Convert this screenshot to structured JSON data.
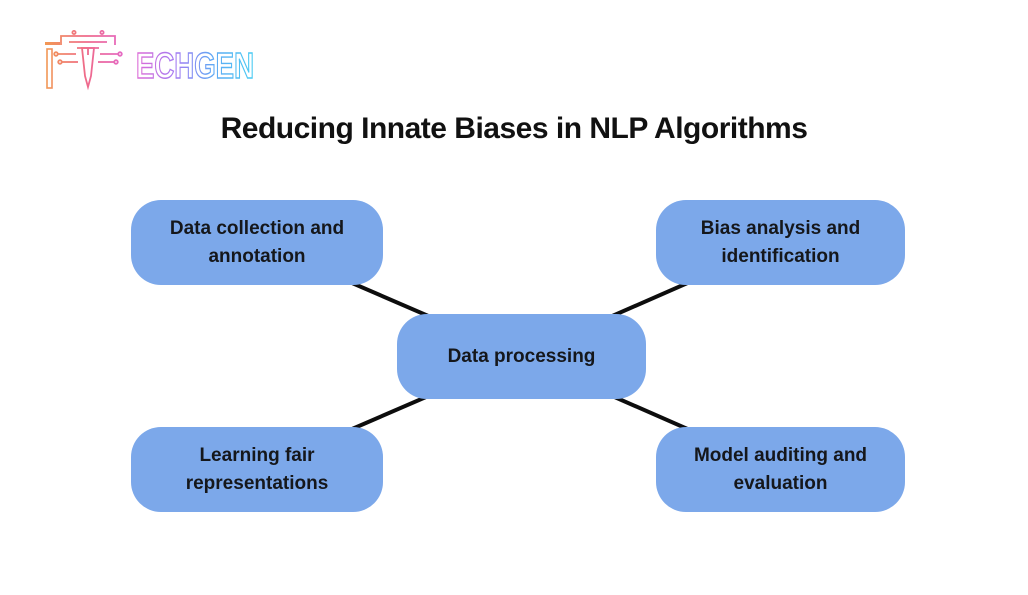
{
  "logo": {
    "text": "ITECHGEN",
    "wordmark_suffix": "ECHGEN",
    "gradient": [
      "#F29A52",
      "#EF6A8B",
      "#E26BD4",
      "#A47BF2",
      "#5FA9F4",
      "#49CEF3"
    ]
  },
  "header": {
    "title": "Reducing Innate Biases in NLP Algorithms",
    "title_color": "#111111"
  },
  "diagram": {
    "background": "#FFFFFF",
    "center_label": "Data processing",
    "nodes": [
      {
        "label": "Data collection and annotation",
        "position": "top-left"
      },
      {
        "label": "Bias analysis and identification",
        "position": "top-right"
      },
      {
        "label": "Learning fair representations",
        "position": "bottom-left"
      },
      {
        "label": "Model auditing and evaluation",
        "position": "bottom-right"
      }
    ],
    "colors": {
      "node_fill": "#7CA8EA",
      "node_text": "#15171B",
      "connector": "#0D0D0D"
    }
  }
}
